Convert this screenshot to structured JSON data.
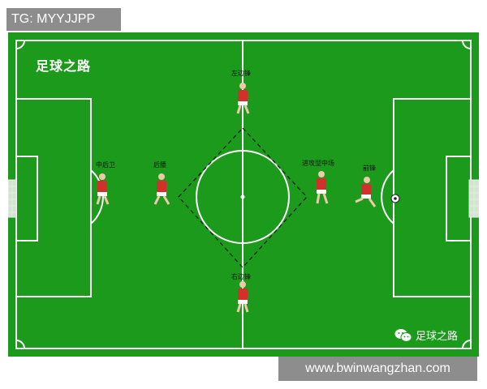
{
  "overlay": {
    "tg_label": "TG: MYYJJPP",
    "url_label": "www.bwinwangzhan.com"
  },
  "field": {
    "title": "足球之路",
    "positions": [
      {
        "key": "left_winger",
        "label": "左边锋"
      },
      {
        "key": "center_back",
        "label": "中后卫"
      },
      {
        "key": "defensive_mid",
        "label": "后腰"
      },
      {
        "key": "attacking_mid",
        "label": "进攻型中场"
      },
      {
        "key": "forward",
        "label": "前锋"
      },
      {
        "key": "right_winger",
        "label": "右边锋"
      }
    ],
    "watermark": "足球之路",
    "colors": {
      "pitch": "#1c9a1c",
      "lines": "#ffffff",
      "jersey": "#d2302a"
    }
  }
}
